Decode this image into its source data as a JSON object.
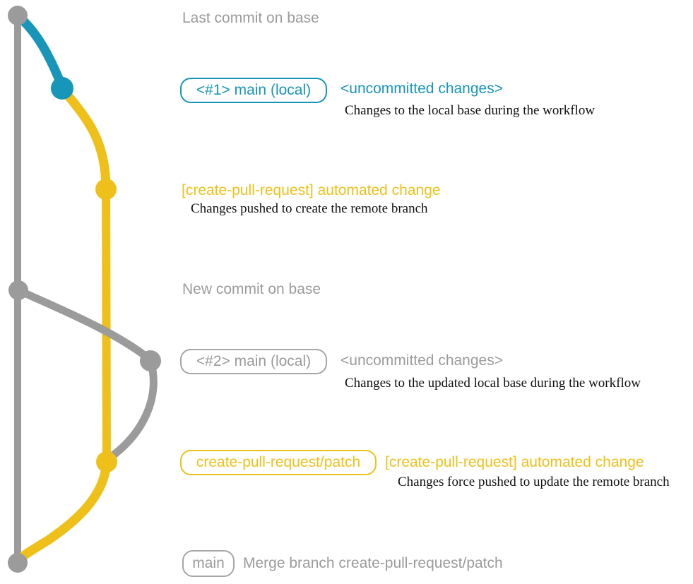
{
  "colors": {
    "gray": "#9b9b9b",
    "blue": "#1796ba",
    "yellow": "#f0c01a",
    "black": "#111111"
  },
  "graph": {
    "description": "git commit graph with base branch, local uncommitted changes and create-pull-request branch",
    "nodes": [
      {
        "name": "last-commit-on-base",
        "color": "#9b9b9b"
      },
      {
        "name": "uncommitted-changes-1",
        "color": "#1796ba"
      },
      {
        "name": "automated-change-1",
        "color": "#f0c01a"
      },
      {
        "name": "new-commit-on-base",
        "color": "#9b9b9b"
      },
      {
        "name": "uncommitted-changes-2",
        "color": "#9b9b9b"
      },
      {
        "name": "automated-change-2",
        "color": "#f0c01a"
      },
      {
        "name": "merge-commit",
        "color": "#9b9b9b"
      }
    ]
  },
  "annotations": {
    "last_commit": "Last commit on base",
    "row1_badge": "<#1> main (local)",
    "row1_heading": "<uncommitted changes>",
    "row1_desc": "Changes to the local base during the workflow",
    "push1_heading": "[create-pull-request] automated change",
    "push1_desc": "Changes pushed to create the remote branch",
    "new_commit": "New commit on base",
    "row2_badge": "<#2> main (local)",
    "row2_heading": "<uncommitted changes>",
    "row2_desc": "Changes to the updated local base during the workflow",
    "push2_badge": "create-pull-request/patch",
    "push2_heading": "[create-pull-request] automated change",
    "push2_desc": "Changes force pushed to update the remote branch",
    "merge_badge": "main",
    "merge_text": "Merge branch create-pull-request/patch"
  }
}
